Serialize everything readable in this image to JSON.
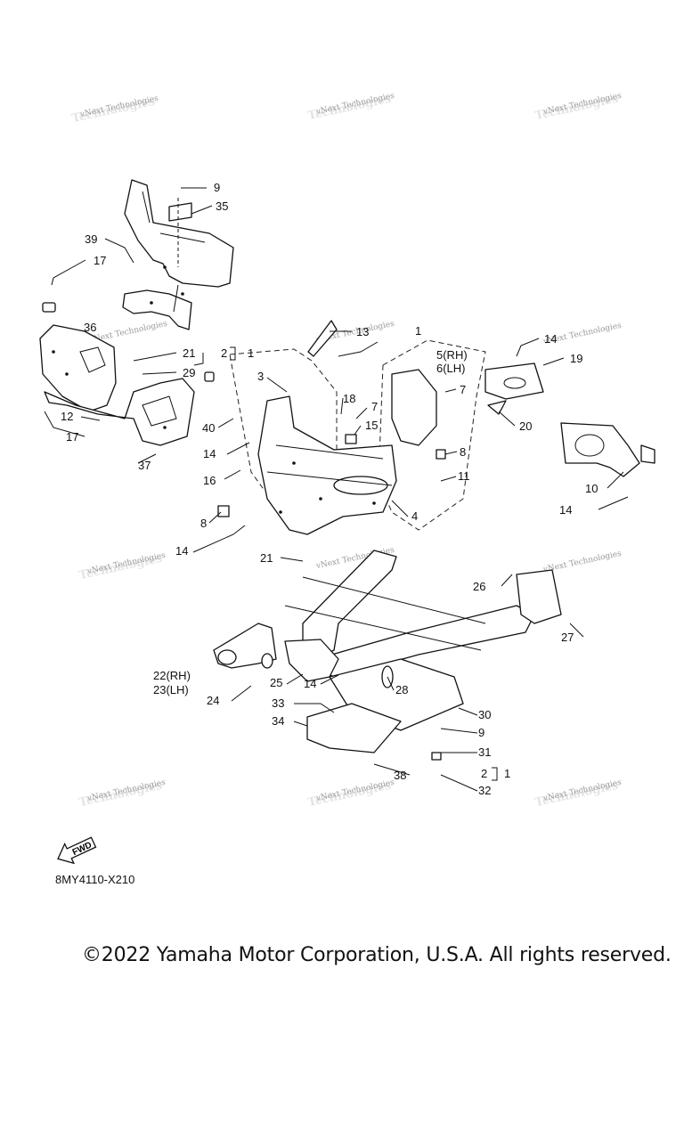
{
  "diagram": {
    "code": "8MY4110-X210",
    "copyright": "©2022 Yamaha Motor Corporation, U.S.A. All rights reserved.",
    "watermark_text": "vNext Technologies",
    "fwd_label": "FWD",
    "callouts": [
      "9",
      "35",
      "39",
      "17",
      "36",
      "21",
      "29",
      "2",
      "1",
      "12",
      "17",
      "37",
      "13",
      "3",
      "40",
      "14",
      "16",
      "8",
      "14",
      "21",
      "18",
      "7",
      "15",
      "1",
      "5(RH)",
      "6(LH)",
      "7",
      "8",
      "11",
      "4",
      "14",
      "19",
      "20",
      "10",
      "14",
      "22(RH)",
      "23(LH)",
      "24",
      "25",
      "14",
      "28",
      "26",
      "27",
      "33",
      "34",
      "30",
      "9",
      "31",
      "2",
      "1",
      "38",
      "32"
    ]
  }
}
